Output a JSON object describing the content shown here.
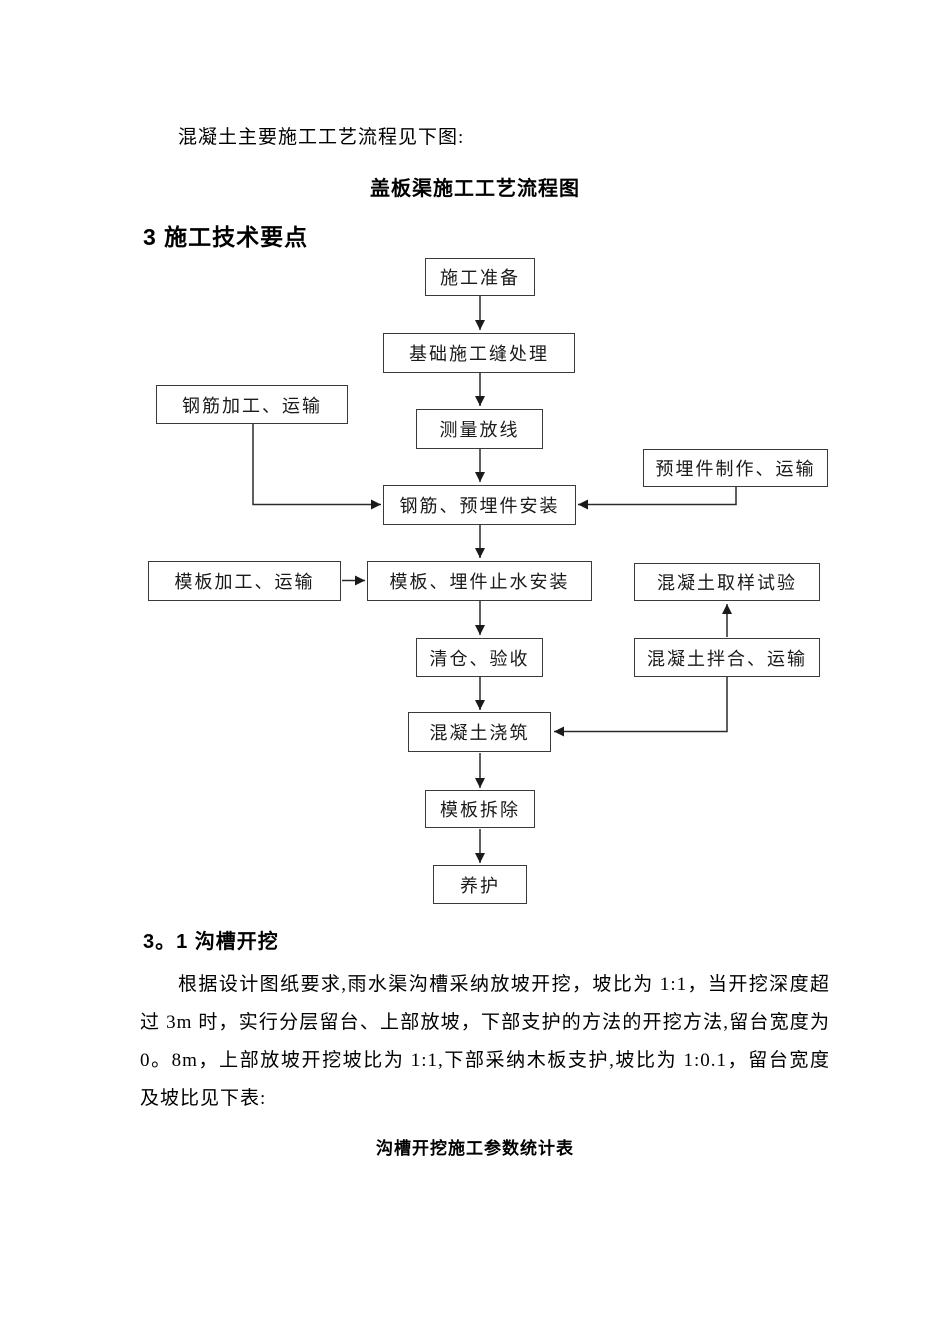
{
  "page": {
    "intro_text": "混凝土主要施工工艺流程见下图:",
    "flowchart_title": "盖板渠施工工艺流程图",
    "section_heading": "3 施工技术要点",
    "subsection_heading": "3。1 沟槽开挖",
    "paragraph_lines": [
      "根据设计图纸要求,雨水渠沟槽采纳放坡开挖，坡比为 1:1，当开挖深度超",
      "过 3m 时，实行分层留台、上部放坡，下部支护的方法的开挖方法,留台宽度为",
      "0。8m，上部放坡开挖坡比为 1:1,下部采纳木板支护,坡比为 1:0.1，留台宽度",
      "及坡比见下表:"
    ],
    "table_title": "沟槽开挖施工参数统计表"
  },
  "flowchart": {
    "nodes": [
      {
        "id": "construction-prep",
        "label": "施工准备"
      },
      {
        "id": "foundation-joint-treatment",
        "label": "基础施工缝处理"
      },
      {
        "id": "rebar-processing-transport",
        "label": "钢筋加工、运输"
      },
      {
        "id": "survey-layout",
        "label": "测量放线"
      },
      {
        "id": "embedded-parts-making-transport",
        "label": "预埋件制作、运输"
      },
      {
        "id": "rebar-embedded-parts-install",
        "label": "钢筋、预埋件安装"
      },
      {
        "id": "formwork-processing-transport",
        "label": "模板加工、运输"
      },
      {
        "id": "formwork-waterstop-install",
        "label": "模板、埋件止水安装"
      },
      {
        "id": "concrete-sampling-test",
        "label": "混凝土取样试验"
      },
      {
        "id": "cleanup-acceptance",
        "label": "清仓、验收"
      },
      {
        "id": "concrete-mixing-transport",
        "label": "混凝土拌合、运输"
      },
      {
        "id": "concrete-pouring",
        "label": "混凝土浇筑"
      },
      {
        "id": "formwork-removal",
        "label": "模板拆除"
      },
      {
        "id": "curing",
        "label": "养护"
      }
    ],
    "edges": [
      {
        "from": "施工准备",
        "to": "基础施工缝处理"
      },
      {
        "from": "基础施工缝处理",
        "to": "测量放线"
      },
      {
        "from": "测量放线",
        "to": "钢筋、预埋件安装"
      },
      {
        "from": "钢筋加工、运输",
        "to": "钢筋、预埋件安装"
      },
      {
        "from": "预埋件制作、运输",
        "to": "钢筋、预埋件安装"
      },
      {
        "from": "钢筋、预埋件安装",
        "to": "模板、埋件止水安装"
      },
      {
        "from": "模板加工、运输",
        "to": "模板、埋件止水安装"
      },
      {
        "from": "模板、埋件止水安装",
        "to": "清仓、验收"
      },
      {
        "from": "清仓、验收",
        "to": "混凝土浇筑"
      },
      {
        "from": "混凝土拌合、运输",
        "to": "混凝土取样试验"
      },
      {
        "from": "混凝土拌合、运输",
        "to": "混凝土浇筑"
      },
      {
        "from": "混凝土浇筑",
        "to": "模板拆除"
      },
      {
        "from": "模板拆除",
        "to": "养护"
      }
    ]
  },
  "colors": {
    "text": "#000000",
    "line": "#2b2b2b",
    "node_border": "#3a3a3a",
    "background": "#ffffff"
  }
}
